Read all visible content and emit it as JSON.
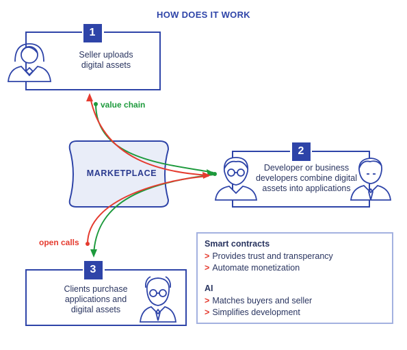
{
  "title": "HOW DOES IT WORK",
  "steps": [
    {
      "number": "1",
      "text_lines": [
        "Seller uploads",
        "digital assets"
      ]
    },
    {
      "number": "2",
      "text_lines": [
        "Developer or business",
        "developers combine digital",
        "assets into applications"
      ]
    },
    {
      "number": "3",
      "text_lines": [
        "Clients purchase",
        "applications and",
        "digital assets"
      ]
    }
  ],
  "marketplace_label": "MARKETPLACE",
  "flow_labels": {
    "value_chain": "value chain",
    "open_calls": "open calls"
  },
  "info": {
    "sections": [
      {
        "heading": "Smart contracts",
        "items": [
          "Provides trust and transperancy",
          "Automate monetization"
        ]
      },
      {
        "heading": "AI",
        "items": [
          "Matches buyers and seller",
          "Simplifies development"
        ]
      }
    ],
    "bullet": ">"
  },
  "colors": {
    "primary": "#2e44a8",
    "box_border": "#a3b1e0",
    "green": "#1d9a3c",
    "red": "#e53b2f",
    "marketplace_fill": "#e9edf8"
  },
  "icons": [
    "seller-avatar-icon",
    "developer-avatar-icon",
    "businessman-avatar-icon",
    "client-avatar-icon"
  ]
}
